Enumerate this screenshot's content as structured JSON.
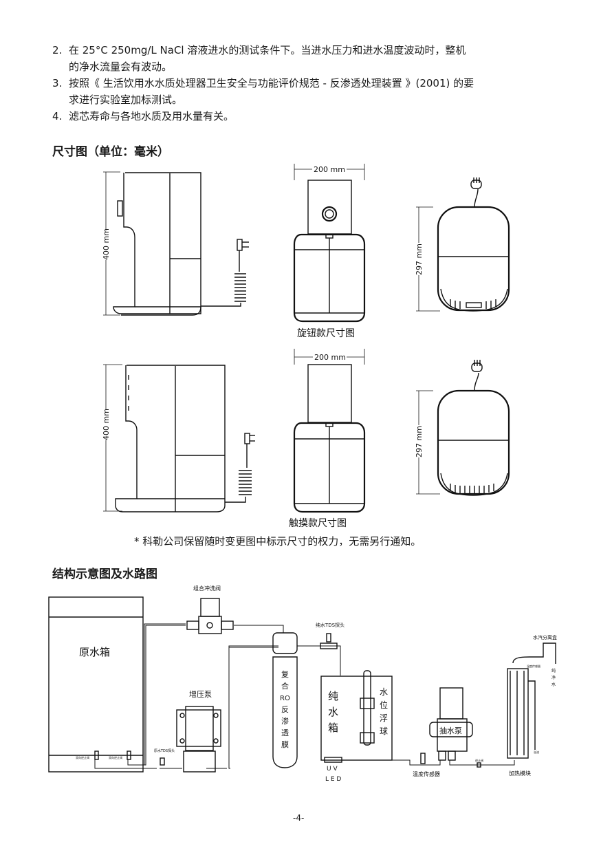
{
  "notes": [
    {
      "num": "2.",
      "lines": [
        "在 25°C 250mg/L NaCl 溶液进水的测试条件下。当进水压力和进水温度波动时，整机",
        "的净水流量会有波动。"
      ]
    },
    {
      "num": "3.",
      "lines": [
        "按照《 生活饮用水水质处理器卫生安全与功能评价规范 - 反渗透处理装置 》(2001) 的要",
        "求进行实验室加标测试。"
      ]
    },
    {
      "num": "4.",
      "lines": [
        "滤芯寿命与各地水质及用水量有关。"
      ]
    }
  ],
  "dimensions": {
    "title": "尺寸图（单位：毫米）",
    "height_label": "400 mm",
    "width_label": "200 mm",
    "depth_label": "297 mm",
    "knob_caption": "旋钮款尺寸图",
    "touch_caption": "触摸款尺寸图",
    "disclaimer": "* 科勒公司保留随时变更图中标示尺寸的权力，无需另行通知。"
  },
  "structure": {
    "title": "结构示意图及水路图",
    "labels": {
      "raw_tank": "原水箱",
      "flush_valve": "组合冲洗阀",
      "booster_pump": "增压泵",
      "ro_membrane": [
        "复",
        "合",
        "RO",
        "反",
        "渗",
        "透",
        "膜"
      ],
      "pure_tds": "纯水TDS探头",
      "raw_tds": "原水TDS探头",
      "check_valve_1": "双向逆止阀",
      "check_valve_2": "双向逆止阀",
      "pure_tank": [
        "纯",
        "水",
        "箱"
      ],
      "float": [
        "水",
        "位",
        "浮",
        "球"
      ],
      "uv_led": [
        "U V",
        "L E D"
      ],
      "temp_sensor": "温度传感器",
      "draw_pump": "抽水泵",
      "check_valve_3": "逆止阀",
      "heater": "加热模块",
      "separator": "水汽分离盒",
      "temp_sensor_small": "温度传感器",
      "overflow": "溢流",
      "pure_water": [
        "纯",
        "净",
        "水"
      ]
    }
  },
  "page_number": "-4-"
}
